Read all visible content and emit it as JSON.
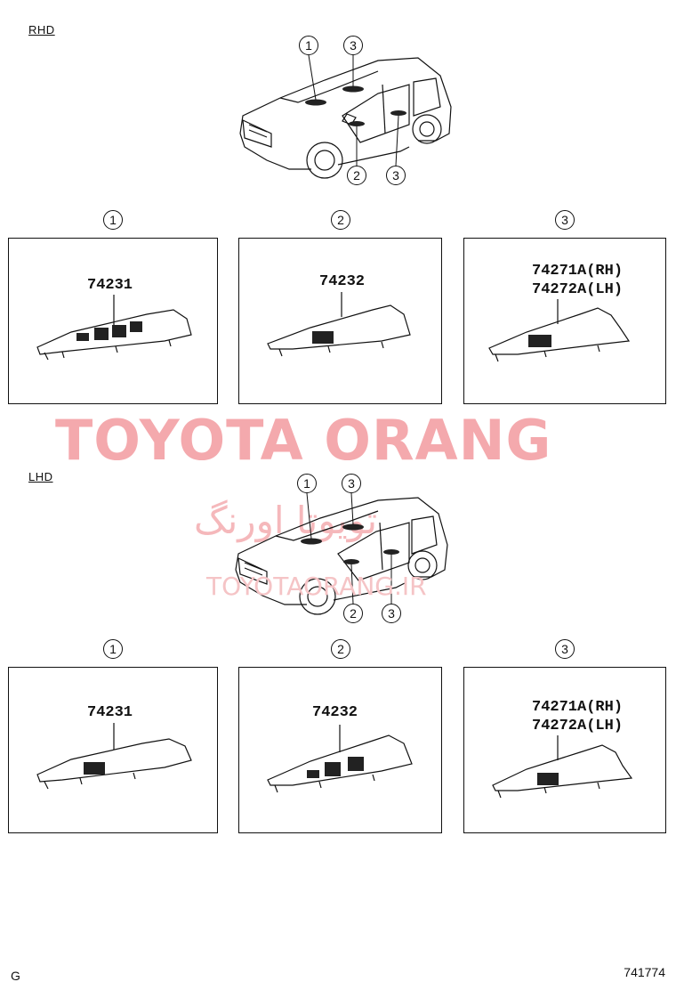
{
  "sections": [
    {
      "label": "RHD",
      "car_callouts": [
        "1",
        "3",
        "2",
        "3"
      ],
      "panels": [
        {
          "num": "1",
          "part": "74231"
        },
        {
          "num": "2",
          "part": "74232"
        },
        {
          "num": "3",
          "part": "74271A(RH)\n74272A(LH)"
        }
      ]
    },
    {
      "label": "LHD",
      "car_callouts": [
        "1",
        "3",
        "2",
        "3"
      ],
      "panels": [
        {
          "num": "1",
          "part": "74231"
        },
        {
          "num": "2",
          "part": "74232"
        },
        {
          "num": "3",
          "part": "74271A(RH)\n74272A(LH)"
        }
      ]
    }
  ],
  "watermark": {
    "main": "TOYOTA ORANG",
    "persian": "تویوتا اورنگ",
    "small": "TOYOTAORANG.IR"
  },
  "footer": {
    "left": "G",
    "right": "741774"
  }
}
